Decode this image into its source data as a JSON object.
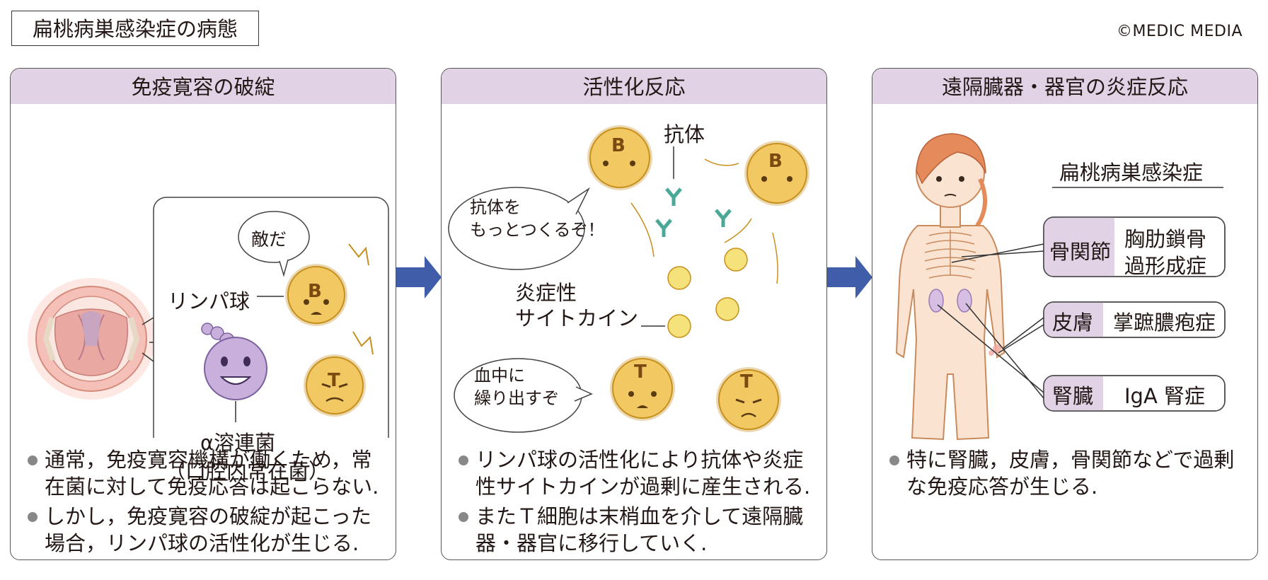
{
  "title": "扁桃病巣感染症の病態",
  "copyright": "©MEDIC MEDIA",
  "panels": [
    {
      "header": "免疫寛容の破綻",
      "bubble": "敵だ",
      "lymphocyte_label": "リンパ球",
      "cell_b": "B",
      "cell_t": "T",
      "bacteria_label": "α溶連菌",
      "bacteria_sub": "（口腔内常在菌）",
      "bullets": [
        "通常，免疫寛容機構が働くため，常在菌に対して免疫応答は起こらない.",
        "しかし，免疫寛容の破綻が起こった場合，リンパ球の活性化が生じる."
      ]
    },
    {
      "header": "活性化反応",
      "antibody_label": "抗体",
      "bubble1_line1": "抗体を",
      "bubble1_line2": "もっとつくるぞ！",
      "cytokine_line1": "炎症性",
      "cytokine_line2": "サイトカイン",
      "bubble2_line1": "血中に",
      "bubble2_line2": "繰り出すぞ",
      "cell_b": "B",
      "cell_t": "T",
      "bullets": [
        "リンパ球の活性化により抗体や炎症性サイトカインが過剰に産生される.",
        "またＴ細胞は末梢血を介して遠隔臓器・器官に移行していく."
      ]
    },
    {
      "header": "遠隔臓器・器官の炎症反応",
      "subtitle": "扁桃病巣感染症",
      "organs": [
        {
          "organ": "骨関節",
          "disease_line1": "胸肋鎖骨",
          "disease_line2": "過形成症"
        },
        {
          "organ": "皮膚",
          "disease_line1": "掌蹠膿疱症",
          "disease_line2": ""
        },
        {
          "organ": "腎臓",
          "disease_line1": "IgA 腎症",
          "disease_line2": ""
        }
      ],
      "bullets": [
        "特に腎臓，皮膚，骨関節などで過剰な免疫応答が生じる."
      ]
    }
  ],
  "colors": {
    "header_bg": "#e2d2e5",
    "arrow": "#3f5da8",
    "cell_fill": "#f2c863",
    "cell_stroke": "#c7901c",
    "bacteria_fill": "#c9b0dc",
    "antibody": "#4aa896",
    "cytokine": "#f5e27a",
    "skin": "#fbe3d2",
    "hair": "#e58a5a"
  }
}
